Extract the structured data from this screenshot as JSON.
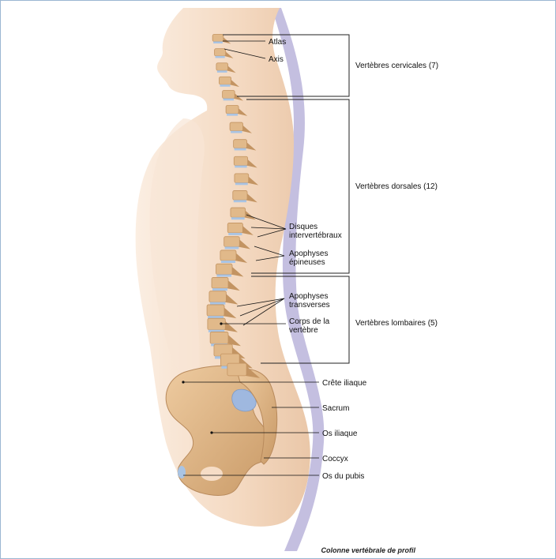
{
  "labels": {
    "atlas": "Atlas",
    "axis": "Axis",
    "cervical_group": "Vertèbres cervicales (7)",
    "dorsal_group": "Vertèbres dorsales (12)",
    "lumbar_group": "Vertèbres lombaires (5)",
    "discs_line1": "Disques",
    "discs_line2": "intervertébraux",
    "spinous_line1": "Apophyses",
    "spinous_line2": "épineuses",
    "transverse_line1": "Apophyses",
    "transverse_line2": "transverses",
    "body_line1": "Corps de la",
    "body_line2": "vertèbre",
    "iliac_crest": "Crête iliaque",
    "sacrum": "Sacrum",
    "iliac_bone": "Os iliaque",
    "coccyx": "Coccyx",
    "pubis": "Os du pubis"
  },
  "caption": "Colonne vertébrale de profil",
  "colors": {
    "skin": "#f6ddc6",
    "skin_shadow": "#e9c4a6",
    "body_edge_shadow": "#b9b3d6",
    "bone": "#e1b98a",
    "bone_dark": "#c39462",
    "disc": "#a9c4e4",
    "frame": "#9bb6d2"
  }
}
